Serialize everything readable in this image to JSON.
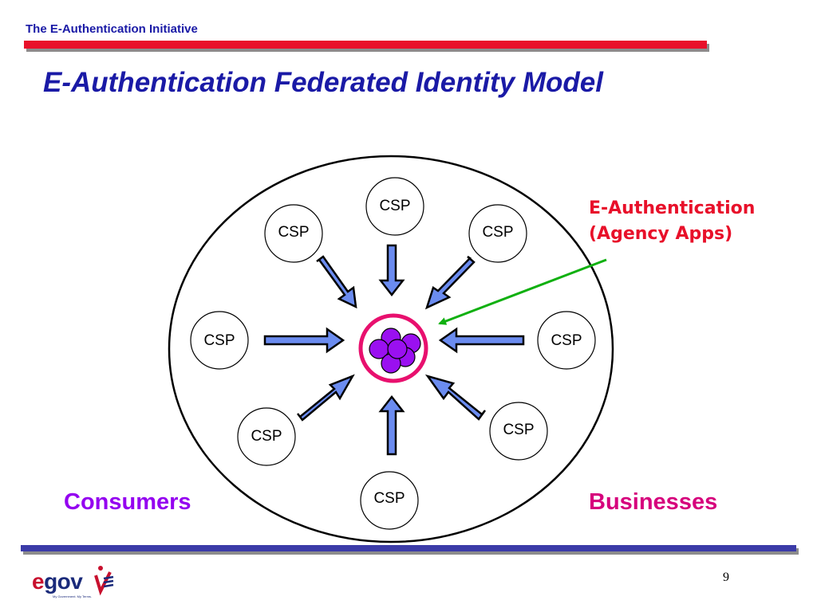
{
  "header": {
    "initiative": "The E-Authentication Initiative"
  },
  "slide": {
    "title": "E-Authentication Federated Identity Model",
    "page_number": "9"
  },
  "diagram": {
    "csp_label": "CSP",
    "csp_nodes": [
      {
        "id": "top",
        "label": "CSP"
      },
      {
        "id": "top-left",
        "label": "CSP"
      },
      {
        "id": "top-right",
        "label": "CSP"
      },
      {
        "id": "left",
        "label": "CSP"
      },
      {
        "id": "right",
        "label": "CSP"
      },
      {
        "id": "bottom-left",
        "label": "CSP"
      },
      {
        "id": "bottom-right",
        "label": "CSP"
      },
      {
        "id": "bottom",
        "label": "CSP"
      }
    ],
    "callout_line1": "E-Authentication",
    "callout_line2": "(Agency Apps)",
    "consumers": "Consumers",
    "businesses": "Businesses"
  },
  "footer": {
    "logo_text_e": "e",
    "logo_text_gov": "gov",
    "logo_tagline": "My Government. My Terms."
  },
  "colors": {
    "title_blue": "#1a1aa6",
    "top_bar_red": "#e8102a",
    "bottom_bar_blue": "#3b3ba8",
    "arrow_fill": "#6b8cf0",
    "hub_ring": "#e8106e",
    "hub_cluster": "#9a10f0",
    "callout_arrow": "#10b010",
    "consumers": "#9400f0",
    "businesses": "#d6007c"
  }
}
